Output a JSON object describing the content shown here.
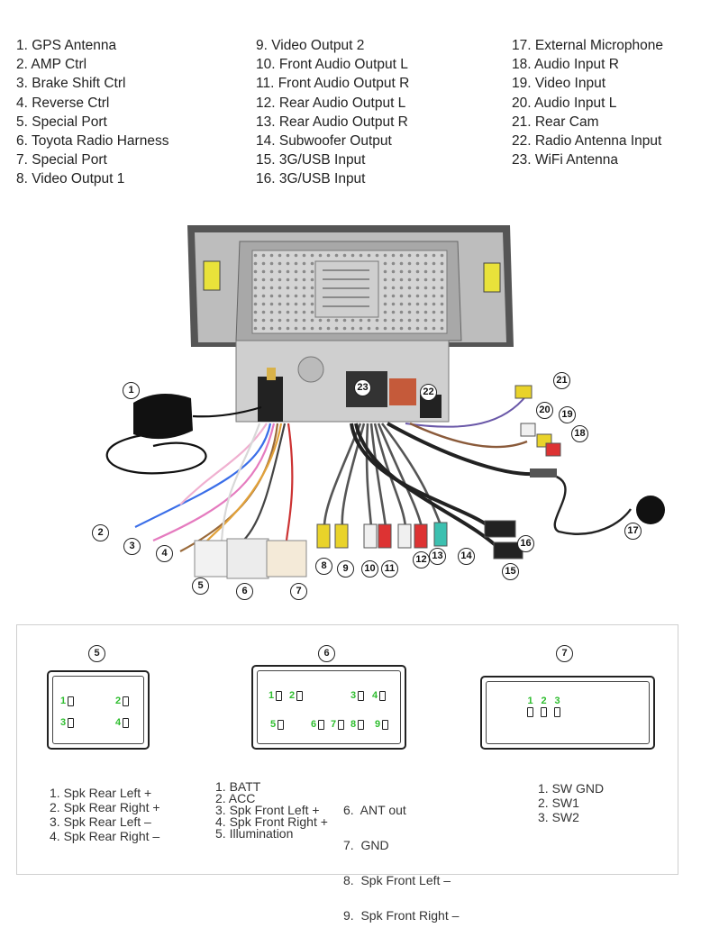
{
  "legend": {
    "col1": [
      "1. GPS Antenna",
      "2. AMP Ctrl",
      "3. Brake Shift Ctrl",
      "4. Reverse Ctrl",
      "5. Special Port",
      "6. Toyota Radio Harness",
      "7. Special Port",
      "8. Video Output 1"
    ],
    "col2": [
      "9. Video Output 2",
      "10. Front Audio Output L",
      "11. Front Audio Output R",
      "12. Rear Audio Output L",
      "13. Rear Audio Output R",
      "14. Subwoofer Output",
      "15. 3G/USB Input",
      "16. 3G/USB Input"
    ],
    "col3": [
      "17. External Microphone",
      "18. Audio Input R",
      "19. Video Input",
      "20. Audio Input L",
      "21. Rear Cam",
      "22. Radio Antenna Input",
      "23. WiFi Antenna"
    ]
  },
  "callouts": [
    "1",
    "2",
    "3",
    "4",
    "5",
    "6",
    "7",
    "8",
    "9",
    "10",
    "11",
    "12",
    "13",
    "14",
    "15",
    "16",
    "17",
    "18",
    "19",
    "20",
    "21",
    "22",
    "23"
  ],
  "connectors": {
    "c5": {
      "label": "5",
      "pins": [
        "1",
        "2",
        "3",
        "4"
      ],
      "list": [
        "1. Spk Rear Left +",
        "2. Spk Rear Right +",
        "3. Spk Rear Left –",
        "4. Spk Rear Right –"
      ]
    },
    "c6": {
      "label": "6",
      "pins": [
        "1",
        "2",
        "3",
        "4",
        "5",
        "6",
        "7",
        "8",
        "9"
      ],
      "list_left": [
        "1. BATT",
        "2. ACC",
        "3. Spk Front Left +",
        "4. Spk Front Right +",
        "5. Illumination"
      ],
      "list_right": [
        "6.  ANT out",
        "7.  GND",
        "8.  Spk Front Left –",
        "9.  Spk Front Right –"
      ]
    },
    "c7": {
      "label": "7",
      "pins": [
        "1",
        "2",
        "3"
      ],
      "list": [
        "1. SW GND",
        "2. SW1",
        "3. SW2"
      ]
    }
  },
  "colors": {
    "pin_number": "#2ebd2e",
    "unit_body": "#c9c9c9",
    "panel_border": "#cfcfcf"
  }
}
